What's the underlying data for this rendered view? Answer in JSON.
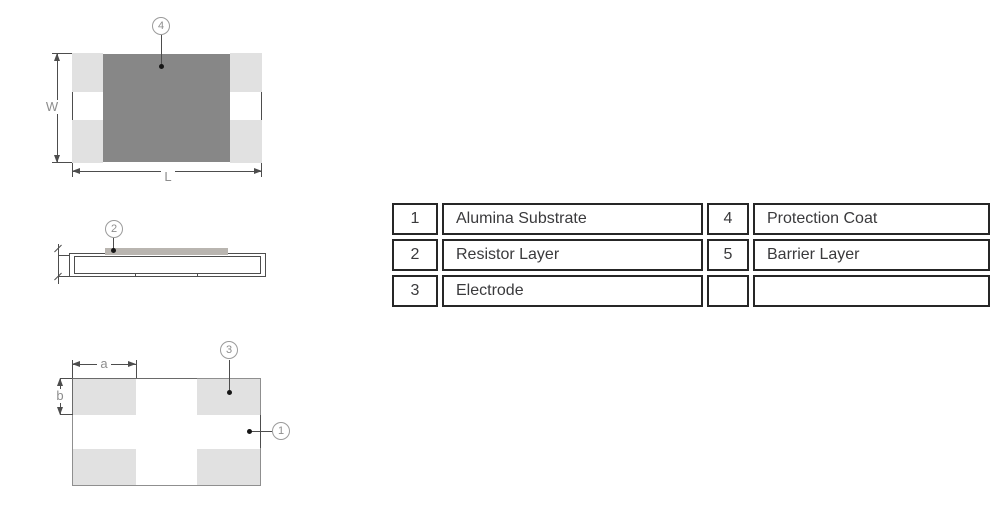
{
  "top_view": {
    "callout_protection_coat": "4",
    "dim_width": "W",
    "dim_length": "L"
  },
  "side_view": {
    "callout_resistor_layer": "2"
  },
  "bottom_view": {
    "callout_electrode": "3",
    "callout_substrate": "1",
    "dim_a": "a",
    "dim_b": "b"
  },
  "legend_table": {
    "rows": [
      [
        "1",
        "Alumina Substrate",
        "4",
        "Protection Coat"
      ],
      [
        "2",
        "Resistor Layer",
        "5",
        "Barrier Layer"
      ],
      [
        "3",
        "Electrode",
        "",
        ""
      ]
    ]
  },
  "colors": {
    "protection_coat": "#878787",
    "electrode_pad": "#e1e1e1",
    "resistor_layer": "#b9b5b0",
    "drawing_line": "#4d4d4d",
    "callout_outline": "#9b9b9b",
    "annotation_text": "#8d8d8d",
    "table_border": "#262626",
    "table_text": "#3a3a3c"
  }
}
